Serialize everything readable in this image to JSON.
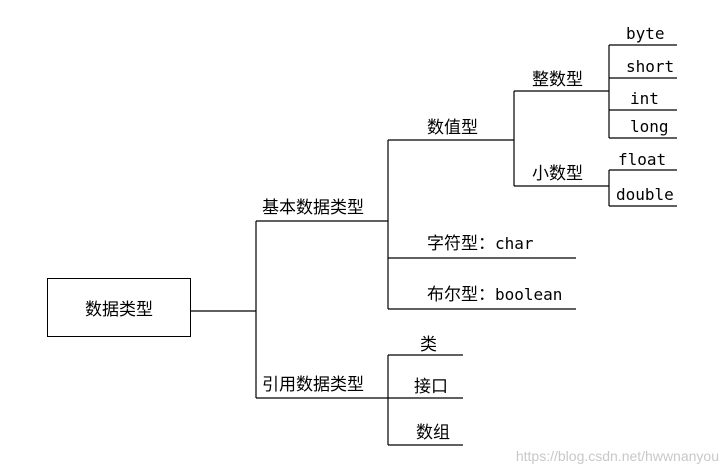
{
  "root": "数据类型",
  "primitive": {
    "label": "基本数据类型",
    "numeric": {
      "label": "数值型",
      "integer": {
        "label": "整数型",
        "types": [
          "byte",
          "short",
          "int",
          "long"
        ]
      },
      "decimal": {
        "label": "小数型",
        "types": [
          "float",
          "double"
        ]
      }
    },
    "char_label": "字符型：",
    "char_type": "char",
    "bool_label": "布尔型：",
    "bool_type": "boolean"
  },
  "reference": {
    "label": "引用数据类型",
    "types": [
      "类",
      "接口",
      "数组"
    ]
  },
  "watermark": "https://blog.csdn.net/hwwnanyou"
}
